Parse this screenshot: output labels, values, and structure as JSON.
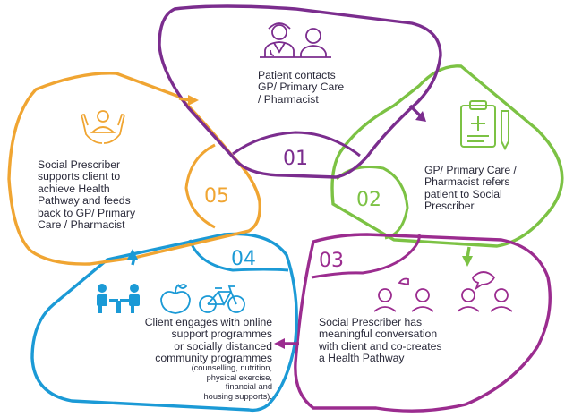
{
  "colors": {
    "stage1": "#7b2d8e",
    "stage2": "#7cc244",
    "stage3": "#9b2c8f",
    "stage4": "#1b9ad6",
    "stage5": "#f0a532",
    "text": "#2a2a3a"
  },
  "stages": [
    {
      "number": "01",
      "lines": [
        "Patient contacts",
        "GP/ Primary Care",
        "/ Pharmacist"
      ],
      "icon": "doctor-and-patient-icon"
    },
    {
      "number": "02",
      "lines": [
        "GP/ Primary Care /",
        "Pharmacist refers",
        "patient to Social",
        "Prescriber"
      ],
      "icon": "clipboard-prescription-icon"
    },
    {
      "number": "03",
      "lines": [
        "Social Prescriber has",
        "meaningful conversation",
        "with client and co-creates",
        "a Health Pathway"
      ],
      "icon": "conversation-people-icon"
    },
    {
      "number": "04",
      "lines": [
        "Client engages with online",
        "support programmes",
        "or socially distanced",
        "community programmes"
      ],
      "note_lines": [
        "(counselling, nutrition,",
        "physical exercise,",
        "financial and",
        "housing supports)."
      ],
      "icons": [
        "meeting-people-icon",
        "apple-icon",
        "bicycle-icon"
      ]
    },
    {
      "number": "05",
      "lines": [
        "Social Prescriber",
        "supports client to",
        "achieve Health",
        "Pathway and feeds",
        "back to GP/ Primary",
        "Care / Pharmacist"
      ],
      "icon": "hands-holding-person-icon"
    }
  ]
}
